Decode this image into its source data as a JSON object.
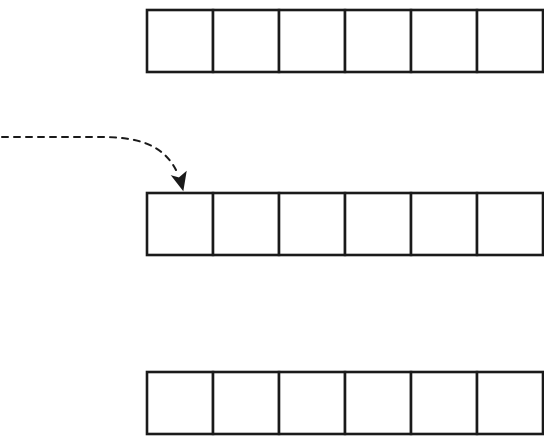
{
  "diagram": {
    "rows": [
      {
        "name": "row-1",
        "cell_count": 6
      },
      {
        "name": "row-2",
        "cell_count": 6
      },
      {
        "name": "row-3",
        "cell_count": 6
      }
    ],
    "arrow": {
      "style": "dashed",
      "direction": "into-row-2-first-cell",
      "color": "#1a1a1a"
    },
    "colors": {
      "stroke": "#1a1a1a",
      "cell_fill": "#ffffff",
      "background": "#ffffff"
    }
  }
}
